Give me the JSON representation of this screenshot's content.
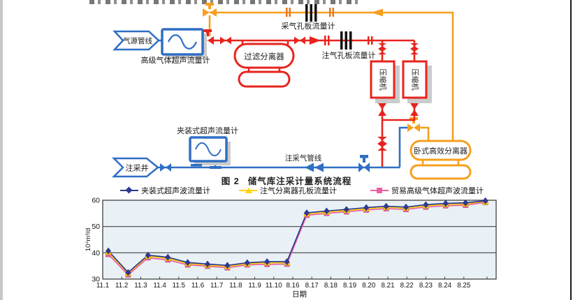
{
  "figure": {
    "caption_label": "图 2",
    "caption_title": "储气库注采计量系统流程"
  },
  "diagram": {
    "gas_source_line": "气源管线",
    "advanced_meter": "高级气体超声流量计",
    "filter_separator": "过滤分离器",
    "production_orifice_meter": "采气孔板流量计",
    "injection_orifice_meter": "注气孔板流量计",
    "compressor_1": "压缩机",
    "compressor_2": "压缩机",
    "horizontal_separator": "卧式高效分离器",
    "clamp_meter": "夹装式超声流量计",
    "well": "注采井",
    "inj_prod_line": "注采气管线",
    "colors": {
      "pipe_blue": "#2f6fc4",
      "pipe_red": "#e8231d",
      "pipe_orange": "#f6a01e"
    }
  },
  "chart_data": {
    "type": "line",
    "title": "",
    "xlabel": "日期",
    "ylabel": "10⁴m³/d",
    "ylim": [
      30,
      60
    ],
    "yticks": [
      30,
      40,
      50,
      60
    ],
    "gridlines_at": [
      40,
      50
    ],
    "grid": true,
    "legend_position": "top",
    "plot_bg": "#e9f1f6",
    "categories": [
      "11.1",
      "11.2",
      "11.3",
      "11.4",
      "11.5",
      "11.6",
      "11.7",
      "11.8",
      "11.9",
      "11.10",
      "8.16",
      "8.17",
      "8.18",
      "8.19",
      "8.20",
      "8.21",
      "8.22",
      "8.23",
      "8.24",
      "8.25"
    ],
    "point_offset": 0.5,
    "series": [
      {
        "name": "夹装式超声波流量计",
        "color": "#2b3a94",
        "marker": "diamond",
        "values": [
          40.7,
          32.5,
          39.1,
          38.3,
          36.3,
          35.7,
          35.2,
          36.2,
          36.6,
          36.6,
          55.2,
          55.9,
          56.5,
          57.2,
          57.7,
          57.4,
          58.3,
          58.8,
          59.0,
          59.8
        ]
      },
      {
        "name": "注气分离器孔板流量计",
        "color": "#ffd400",
        "marker": "triangle",
        "values": [
          40.2,
          32.1,
          38.7,
          37.9,
          35.9,
          35.3,
          34.8,
          35.8,
          36.2,
          36.2,
          54.8,
          55.5,
          56.1,
          56.8,
          57.3,
          57.0,
          57.9,
          58.4,
          58.6,
          59.3
        ]
      },
      {
        "name": "贸易高级气体超声波流量计",
        "color": "#ec5fa1",
        "marker": "square",
        "values": [
          39.4,
          31.6,
          38.1,
          37.3,
          35.4,
          34.9,
          34.3,
          35.4,
          35.6,
          35.7,
          54.3,
          55.0,
          55.6,
          56.3,
          56.8,
          56.5,
          57.4,
          57.9,
          58.1,
          59.2
        ]
      }
    ]
  }
}
